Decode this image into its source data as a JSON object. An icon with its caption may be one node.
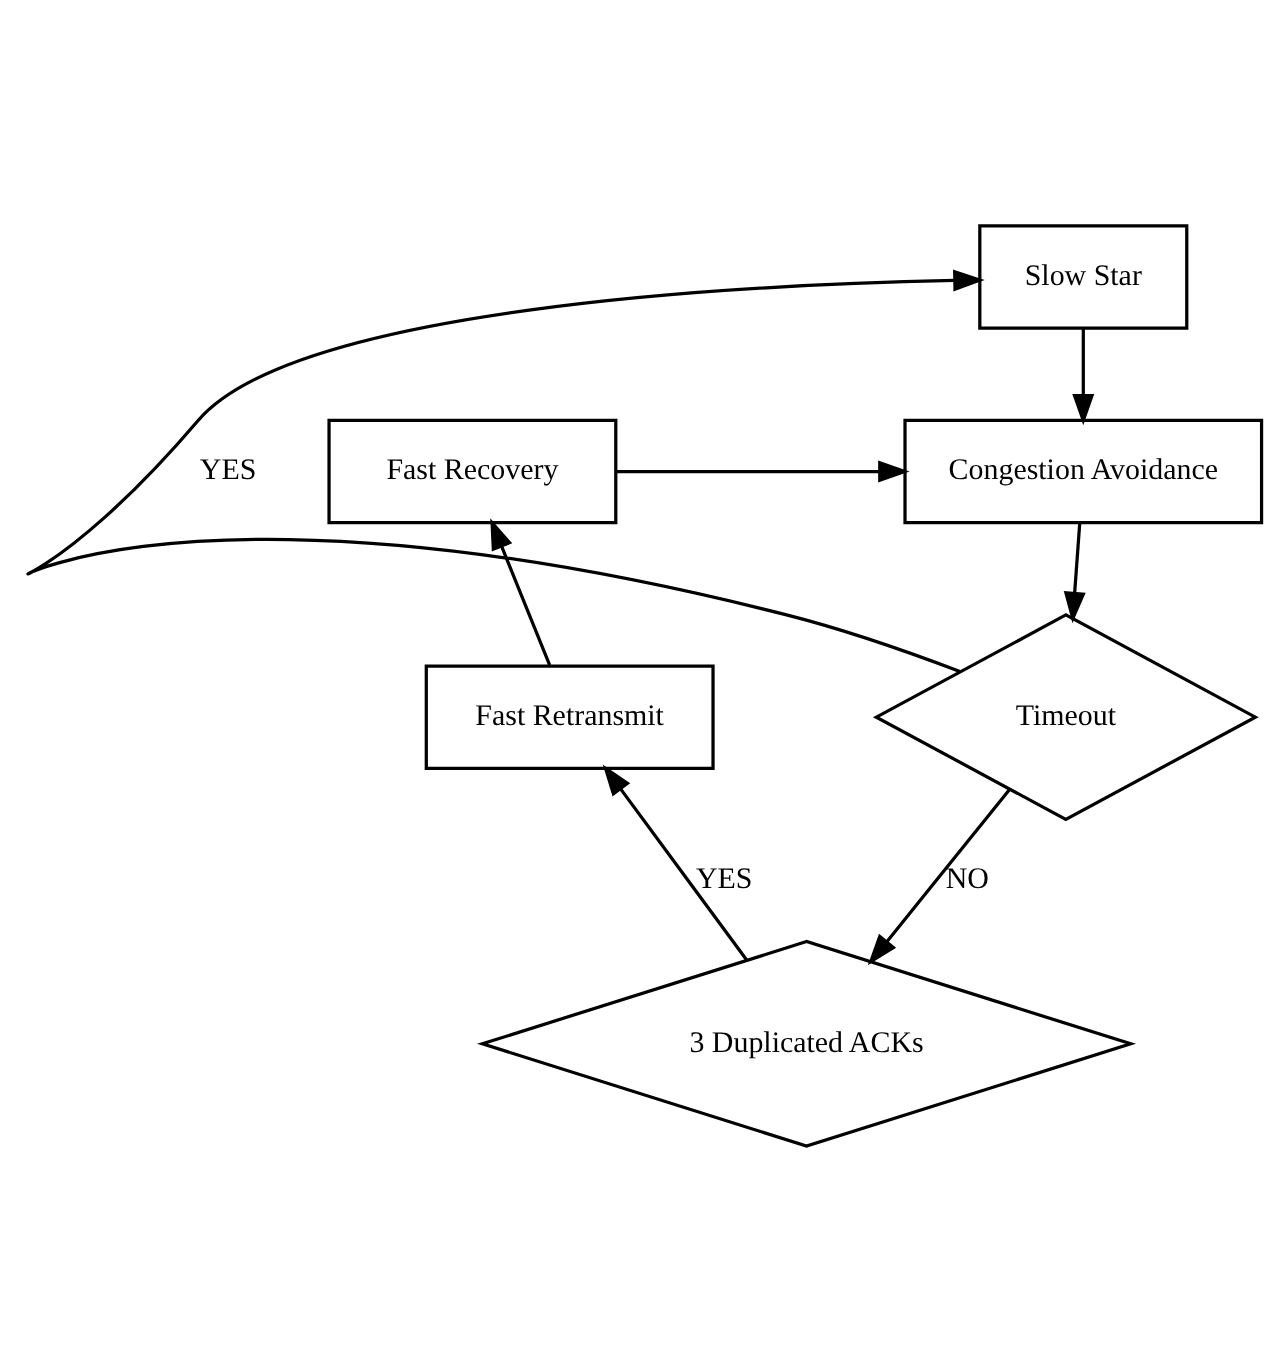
{
  "diagram": {
    "nodes": [
      {
        "text": [
          "Slow Star"
        ]
      },
      {
        "text": [
          "Fast Recovery"
        ]
      },
      {
        "text": [
          "Congestion Avoidance"
        ]
      },
      {
        "text": [
          "Timeout"
        ]
      },
      {
        "text": [
          "Fast Retransmit"
        ]
      },
      {
        "text": [
          "3 Duplicated ACKs"
        ]
      }
    ],
    "edges": [
      {
        "from": 0,
        "to": 2,
        "arrow": "to"
      },
      {
        "from": 1,
        "to": 2,
        "arrow": "to"
      },
      {
        "from": 2,
        "to": 3,
        "arrow": "to"
      },
      {
        "from": 3,
        "to": 0,
        "arrow": "to",
        "label": "YES"
      },
      {
        "from": 3,
        "to": 5,
        "arrow": "to",
        "label": "NO"
      },
      {
        "from": 5,
        "to": 4,
        "arrow": "to",
        "label": "YES"
      },
      {
        "from": 4,
        "to": 1,
        "arrow": "to"
      }
    ]
  }
}
